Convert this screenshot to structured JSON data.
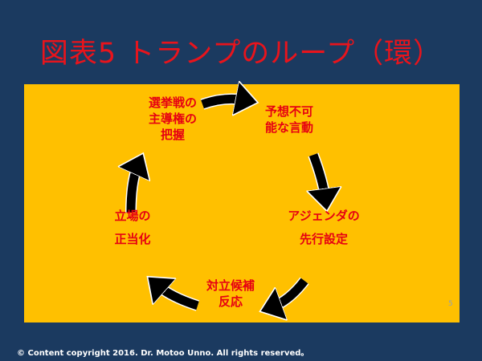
{
  "title": "図表5 トランプのループ（環）",
  "nodes": [
    {
      "lines": [
        "選挙戦の",
        "主導権の",
        "把握"
      ]
    },
    {
      "lines": [
        "予想不可",
        "能な言動"
      ]
    },
    {
      "lines": [
        "アジェンダの",
        "先行設定"
      ]
    },
    {
      "lines": [
        "対立候補",
        "反応"
      ]
    },
    {
      "lines": [
        "立場の",
        "正当化"
      ]
    }
  ],
  "footer": "©  Content copyright 2016. Dr. Motoo Unno. All rights reserved。",
  "page_number": "5",
  "colors": {
    "background": "#1b3a60",
    "panel": "#ffc000",
    "text": "#e60012",
    "arrow": "#000000"
  }
}
